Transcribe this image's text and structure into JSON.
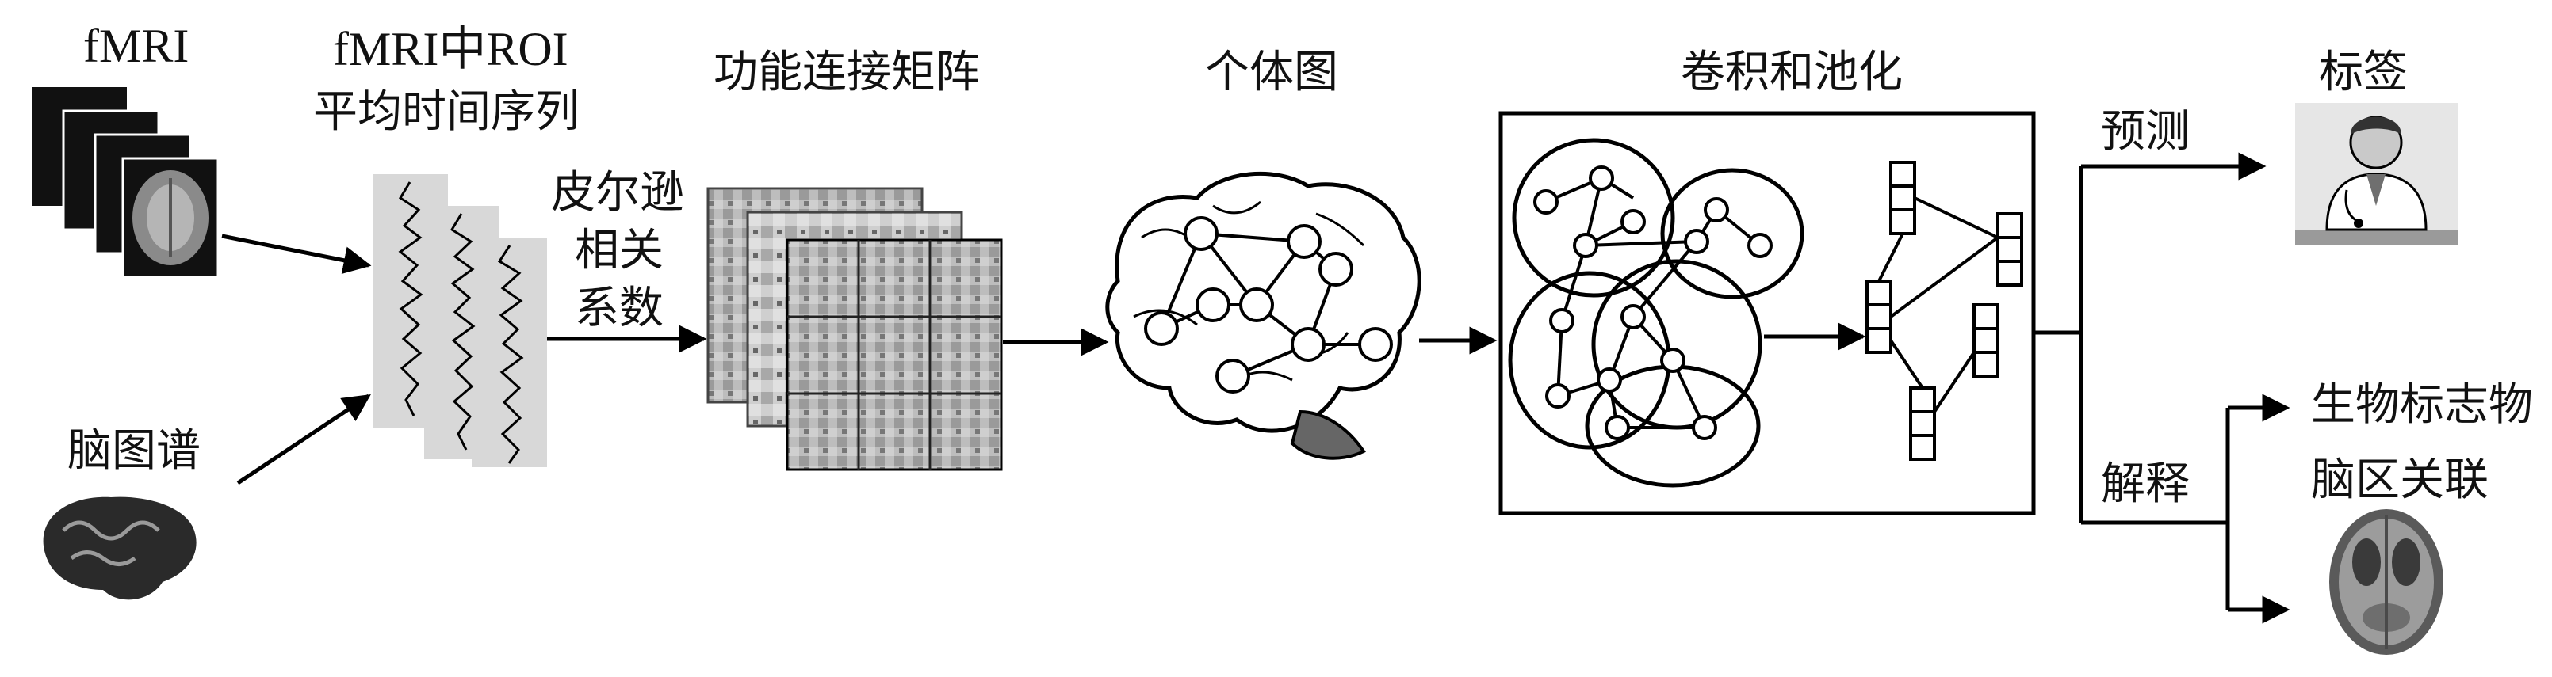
{
  "labels": {
    "fmri": "fMRI",
    "roi_title_line1": "fMRI中ROI",
    "roi_title_line2": "平均时间序列",
    "atlas": "脑图谱",
    "pearson_line1": "皮尔逊",
    "pearson_line2": "相关",
    "pearson_line3": "系数",
    "fc_matrix": "功能连接矩阵",
    "individual_graph": "个体图",
    "conv_pool": "卷积和池化",
    "label": "标签",
    "predict": "预测",
    "interpret": "解释",
    "biomarker": "生物标志物",
    "brain_region_assoc": "脑区关联"
  },
  "colors": {
    "line": "#000000",
    "panel_gray": "#d8d8d8"
  },
  "icons": [
    "fmri-slices-icon",
    "brain-atlas-icon",
    "brain-graph-icon",
    "doctor-icon",
    "brain-axial-icon"
  ]
}
